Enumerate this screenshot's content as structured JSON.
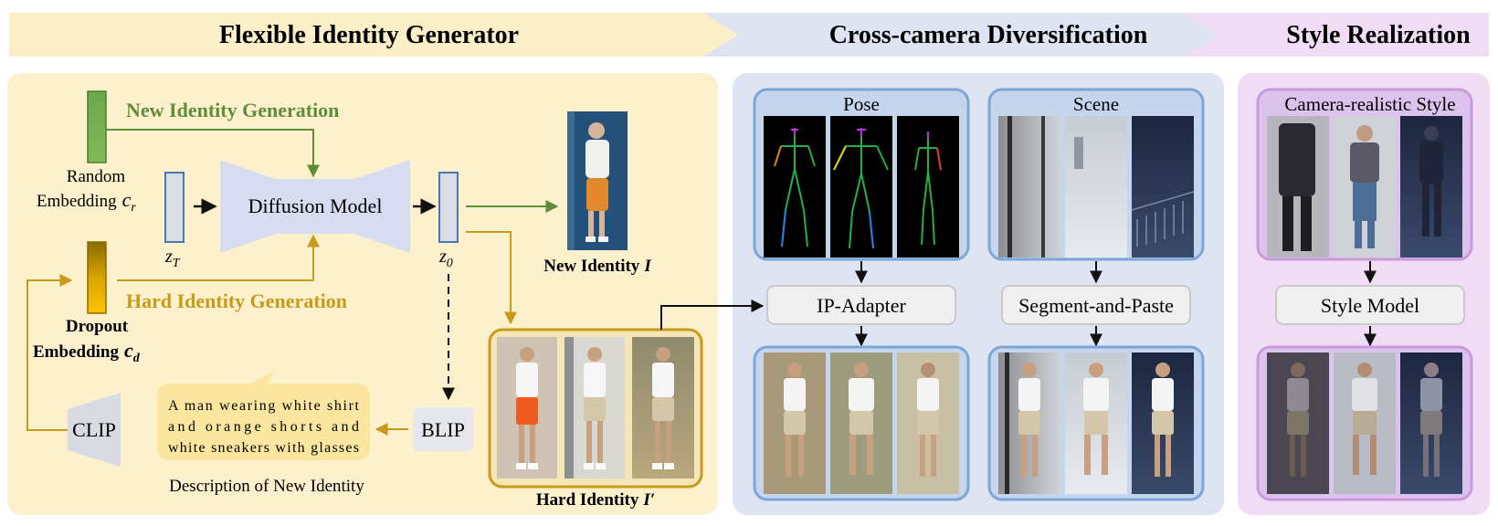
{
  "headers": {
    "generator": "Flexible Identity Generator",
    "diversification": "Cross-camera Diversification",
    "style": "Style Realization"
  },
  "generator": {
    "new_identity_generation": "New Identity Generation",
    "hard_identity_generation": "Hard Identity Generation",
    "random_embedding_line1": "Random",
    "random_embedding_line2": "Embedding",
    "random_symbol": "c",
    "random_sub": "r",
    "dropout_line1": "Dropout",
    "dropout_line2": "Embedding",
    "dropout_symbol": "c",
    "dropout_sub": "d",
    "zt_symbol": "z",
    "zt_sub": "T",
    "z0_symbol": "z",
    "z0_sub": "0",
    "diffusion_model": "Diffusion Model",
    "new_identity_label": "New Identity",
    "new_identity_symbol": "I",
    "hard_identity_label": "Hard Identity",
    "hard_identity_symbol": "I′",
    "clip": "CLIP",
    "blip": "BLIP",
    "caption_line1": "A man wearing white shirt",
    "caption_line2": "and orange shorts and",
    "caption_line3": "white sneakers with glasses",
    "description": "Description of New Identity"
  },
  "diversification": {
    "pose": "Pose",
    "scene": "Scene",
    "ip_adapter": "IP-Adapter",
    "segment_paste": "Segment-and-Paste"
  },
  "style": {
    "camera_realistic": "Camera-realistic Style",
    "style_model": "Style Model"
  },
  "colors": {
    "generator_bg": "#fdf0cc",
    "diversification_bg": "#dfe4f3",
    "style_bg": "#f1dcf5",
    "green": "#5f8d3a",
    "gold": "#c79a1a",
    "blue_border": "#7aa6d8",
    "purple_border": "#c999dc"
  }
}
